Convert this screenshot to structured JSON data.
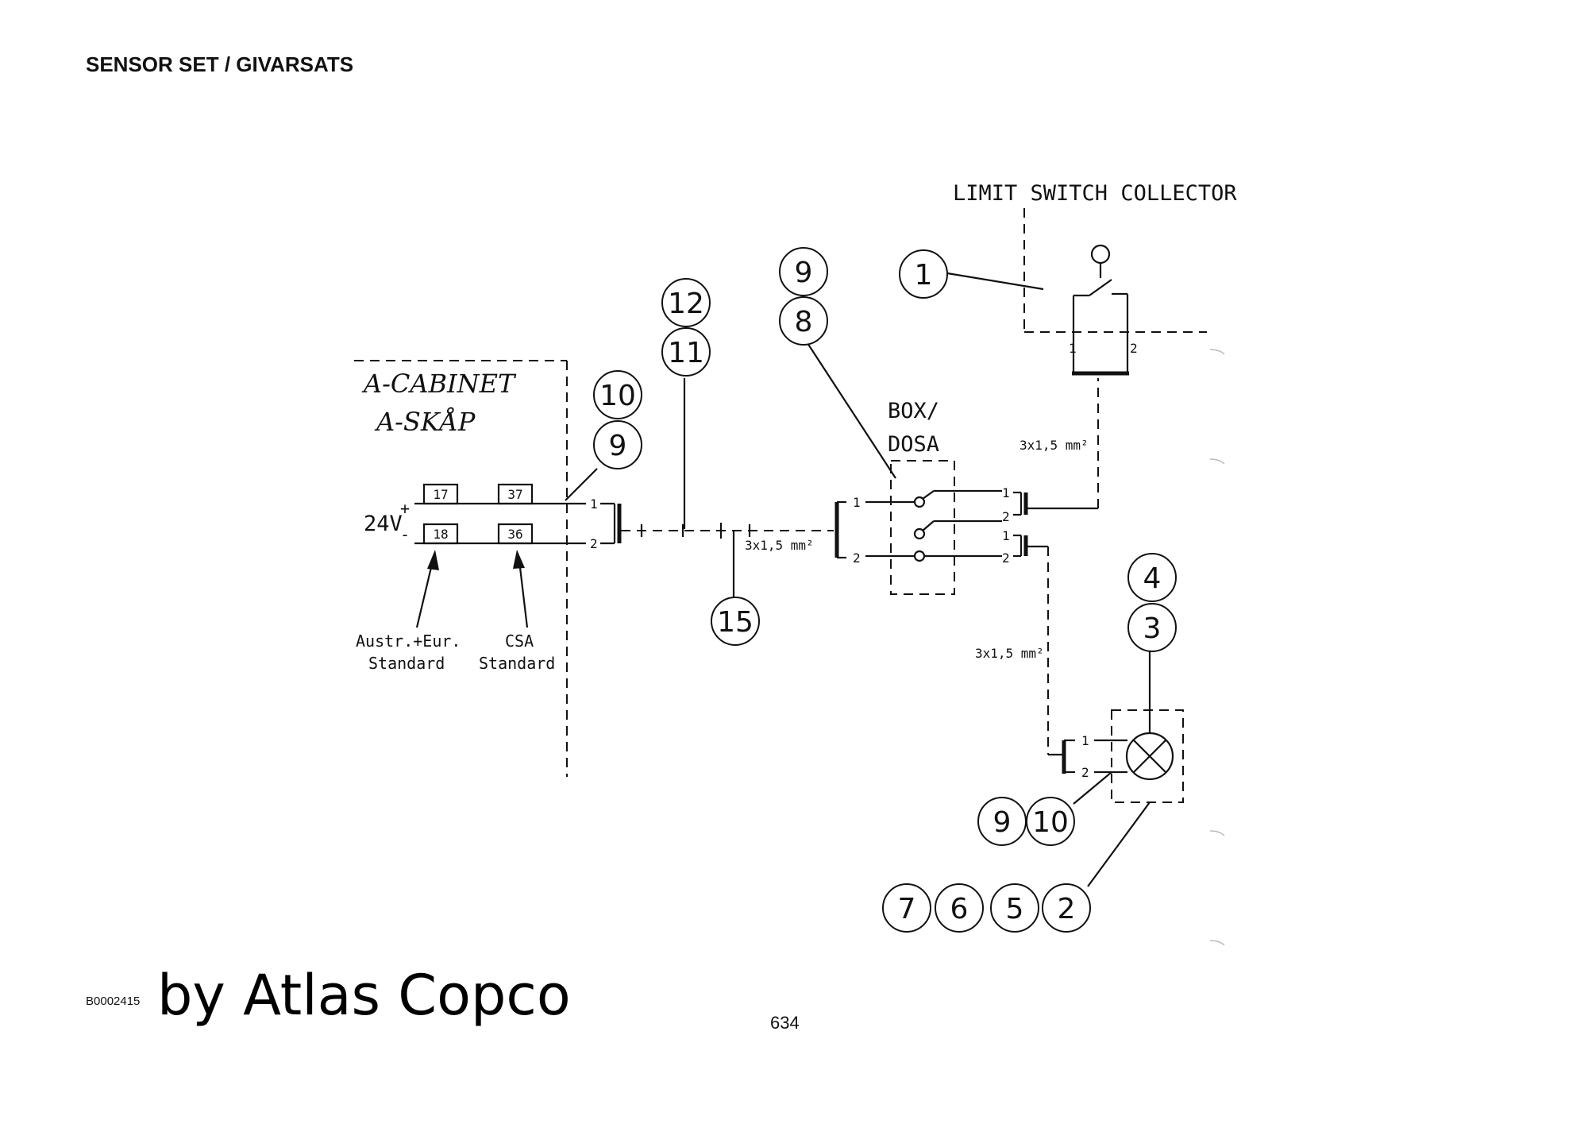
{
  "header": {
    "title": "SENSOR SET / GIVARSATS"
  },
  "footer": {
    "doc_code": "B0002415",
    "brand": "by Atlas Copco",
    "page_number": "634"
  },
  "diagram": {
    "limit_switch_label": "LIMIT SWITCH COLLECTOR",
    "cabinet_label_1": "A-CABINET",
    "cabinet_label_2": "A-SKÅP",
    "box_label_1": "BOX/",
    "box_label_2": "DOSA",
    "voltage": "24V",
    "plus": "+",
    "minus": "-",
    "terminals": [
      "17",
      "37",
      "18",
      "36"
    ],
    "cable_spec": "3x1,5 mm²",
    "pin_1": "1",
    "pin_2": "2",
    "std_left_1": "Austr.+Eur.",
    "std_left_2": "Standard",
    "std_right_1": "CSA",
    "std_right_2": "Standard",
    "bubbles": {
      "limit_switch": "1",
      "cab_upper": "10",
      "cab_lower": "9",
      "cable_upper": "12",
      "cable_lower": "11",
      "box_upper": "9",
      "box_lower": "8",
      "junction": "15",
      "lamp_upper": "4",
      "lamp_lower": "3",
      "lamp_conn_a": "9",
      "lamp_conn_b": "10",
      "lamp_set_a": "7",
      "lamp_set_b": "6",
      "lamp_set_c": "5",
      "lamp_set_d": "2"
    }
  }
}
